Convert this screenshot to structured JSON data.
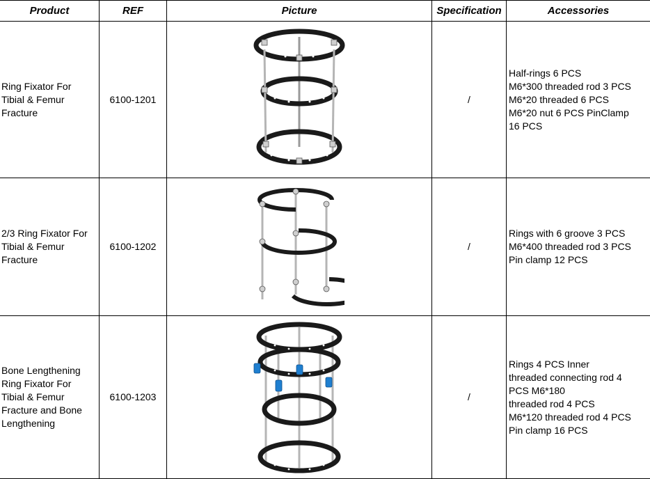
{
  "table": {
    "headers": [
      "Product",
      "REF",
      "Picture",
      "Specification",
      "Accessories"
    ],
    "rows": [
      {
        "product": "Ring Fixator For\nTibial & Femur\nFracture",
        "ref": "6100-1201",
        "picture": "ring-fixator-image",
        "specification": "/",
        "accessories": "Half-rings 6 PCS\nM6*300 threaded rod 3 PCS\nM6*20 threaded 6 PCS\nM6*20 nut 6 PCS  PinClamp\n16 PCS"
      },
      {
        "product": "2/3 Ring Fixator For\nTibial & Femur\nFracture",
        "ref": "6100-1202",
        "picture": "two-thirds-ring-fixator-image",
        "specification": "/",
        "accessories": "Rings with 6 groove 3 PCS\nM6*400 threaded rod 3   PCS\nPin clamp 12 PCS"
      },
      {
        "product": "Bone Lengthening\nRing Fixator For\nTibial & Femur\nFracture and Bone\nLengthening",
        "ref": "6100-1203",
        "picture": "bone-lengthening-fixator-image",
        "specification": "/",
        "accessories": "Rings 4 PCS              Inner\nthreaded connecting rod 4\nPCS                 M6*180\nthreaded rod 4 PCS\nM6*120 threaded rod 4 PCS\nPin clamp 16 PCS"
      }
    ]
  }
}
